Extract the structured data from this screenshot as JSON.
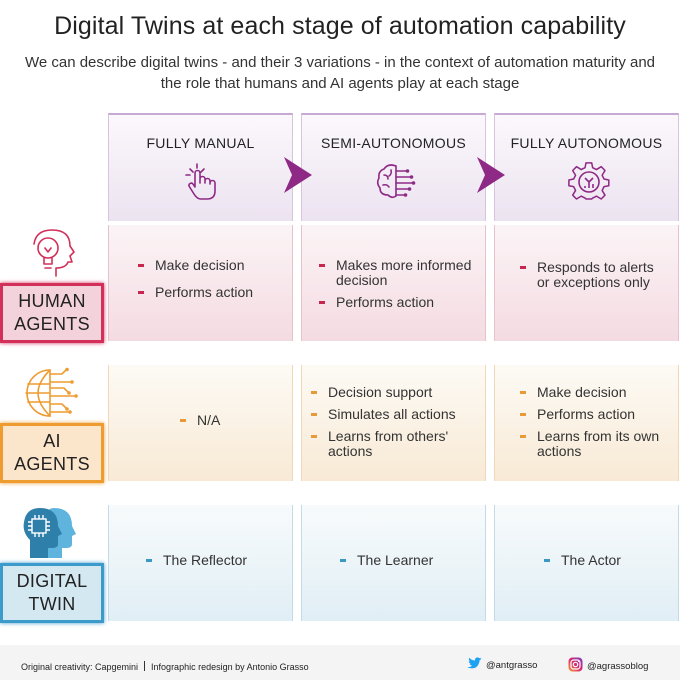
{
  "header": {
    "title": "Digital Twins at each stage of automation capability",
    "subtitle": "We can describe digital twins - and their 3 variations - in the context of automation maturity and the role that humans and AI agents play at each stage"
  },
  "columns": [
    {
      "label": "FULLY MANUAL",
      "icon": "hand-pointer-icon"
    },
    {
      "label": "SEMI-AUTONOMOUS",
      "icon": "brain-circuit-icon"
    },
    {
      "label": "FULLY AUTONOMOUS",
      "icon": "gear-chip-icon"
    }
  ],
  "rows": {
    "human": {
      "label_line1": "HUMAN",
      "label_line2": "AGENTS",
      "icon": "head-lightbulb-icon",
      "color": "#d2305a",
      "cells": [
        [
          "Make decision",
          "Performs action"
        ],
        [
          "Makes more informed decision",
          "Performs action"
        ],
        [
          "Responds to alerts or exceptions only"
        ]
      ]
    },
    "ai": {
      "label_line1": "AI",
      "label_line2": "AGENTS",
      "icon": "globe-circuit-icon",
      "color": "#ee9b2f",
      "cells": [
        [
          "N/A"
        ],
        [
          "Decision support",
          "Simulates all actions",
          "Learns from others' actions"
        ],
        [
          "Make decision",
          "Performs action",
          "Learns from its own actions"
        ]
      ]
    },
    "twin": {
      "label_line1": "DIGITAL",
      "label_line2": "TWIN",
      "icon": "twin-heads-icon",
      "color": "#3d9bcb",
      "cells": [
        [
          "The Reflector"
        ],
        [
          "The Learner"
        ],
        [
          "The Actor"
        ]
      ]
    }
  },
  "footer": {
    "credit_left": "Original creativity: Capgemini",
    "credit_right": "Infographic redesign by Antonio Grasso",
    "twitter": "@antgrasso",
    "instagram": "@agrassoblog"
  },
  "colors": {
    "purple_arrow": "#8e2a86",
    "human": "#d2305a",
    "ai": "#ee9b2f",
    "twin": "#3d9bcb"
  }
}
